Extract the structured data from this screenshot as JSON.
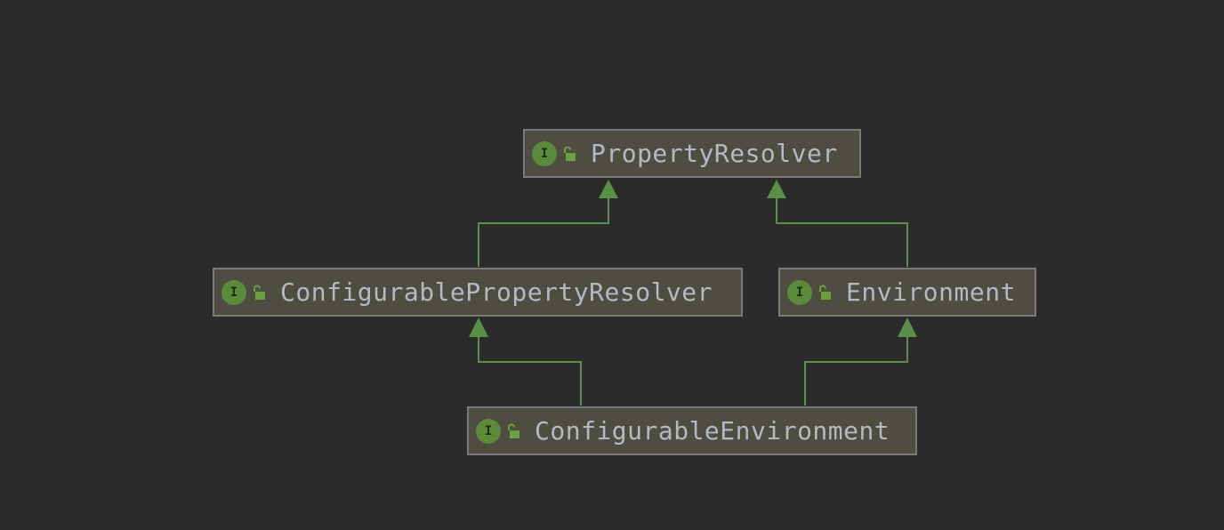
{
  "colors": {
    "background": "#2b2b2b",
    "node_fill": "#4f4c42",
    "node_border": "#7a7a7a",
    "edge": "#5a8f47",
    "interface_badge": "#5c8a3b",
    "label_text": "#b2bac3"
  },
  "nodes": {
    "property_resolver": {
      "name": "PropertyResolver",
      "badge": "I",
      "icons": [
        "interface-icon",
        "public-lock-icon"
      ]
    },
    "configurable_property_resolver": {
      "name": "ConfigurablePropertyResolver",
      "badge": "I",
      "icons": [
        "interface-icon",
        "public-lock-icon"
      ]
    },
    "environment": {
      "name": "Environment",
      "badge": "I",
      "icons": [
        "interface-icon",
        "public-lock-icon"
      ]
    },
    "configurable_environment": {
      "name": "ConfigurableEnvironment",
      "badge": "I",
      "icons": [
        "interface-icon",
        "public-lock-icon"
      ]
    }
  },
  "edges": [
    {
      "from": "ConfigurablePropertyResolver",
      "to": "PropertyResolver",
      "type": "extends"
    },
    {
      "from": "Environment",
      "to": "PropertyResolver",
      "type": "extends"
    },
    {
      "from": "ConfigurableEnvironment",
      "to": "ConfigurablePropertyResolver",
      "type": "extends"
    },
    {
      "from": "ConfigurableEnvironment",
      "to": "Environment",
      "type": "extends"
    }
  ]
}
